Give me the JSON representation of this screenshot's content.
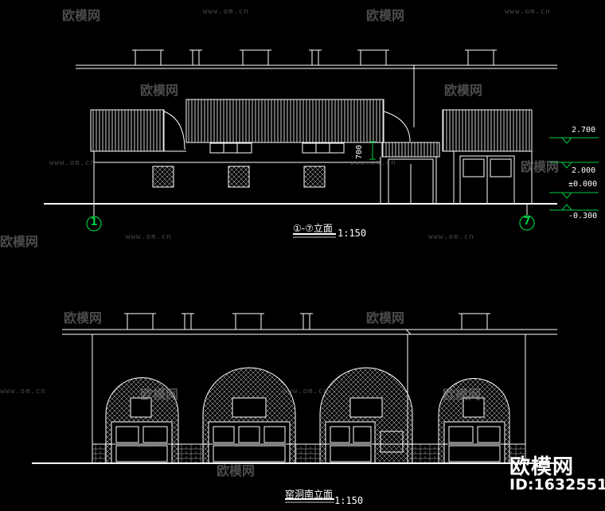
{
  "drawing": {
    "elevation1": {
      "title": "①-⑦立面",
      "scale": "1:150",
      "axis_left": "1",
      "axis_right": "7",
      "dim_700": "700",
      "levels": [
        "2.700",
        "2.000",
        "±0.000",
        "-0.300"
      ]
    },
    "elevation2": {
      "title": "窑洞南立面",
      "scale": "1:150"
    }
  },
  "watermark": {
    "brand": "欧模网",
    "url": "www.om.cn",
    "id": "ID:1632551"
  },
  "colors": {
    "line": "#ffffff",
    "accent": "#00cc44",
    "background": "#000000"
  }
}
